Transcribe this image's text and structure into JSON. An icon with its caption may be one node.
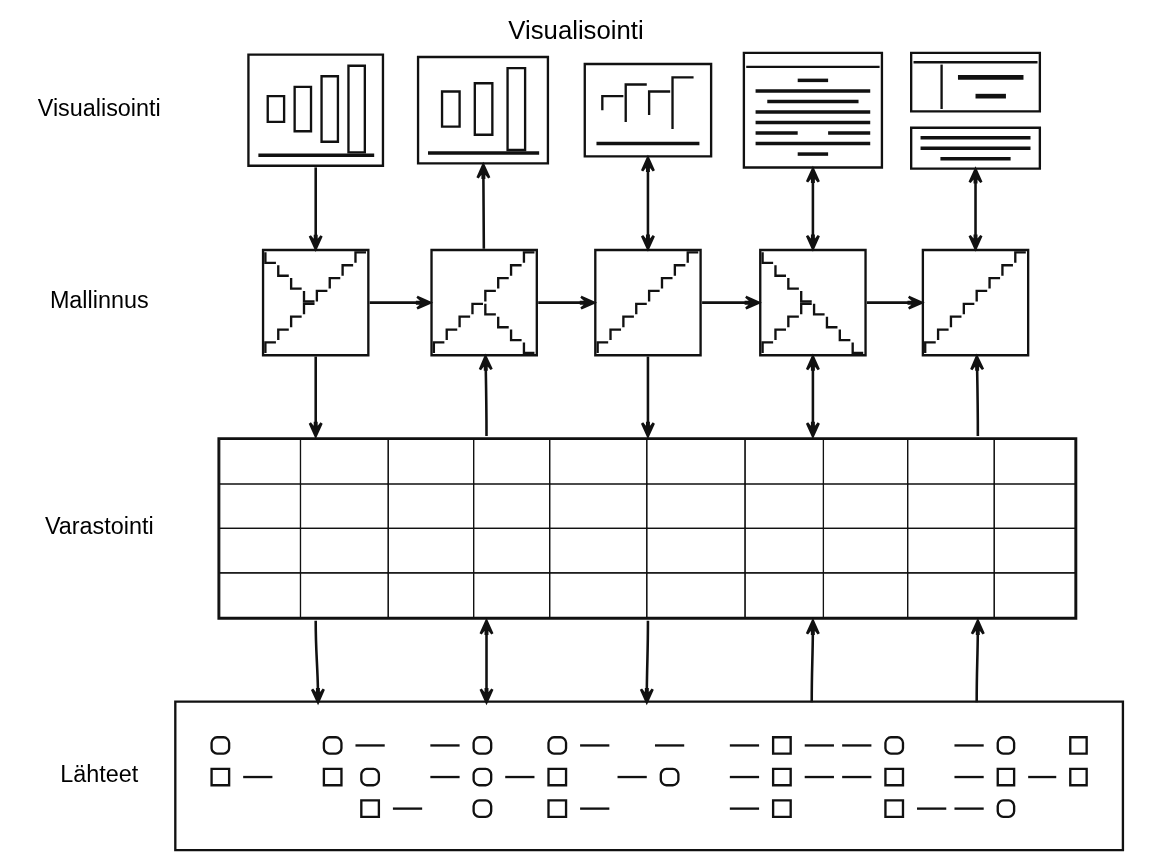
{
  "diagram": {
    "title": "Visualisointi",
    "nodes": [
      {
        "text": [],
        "shape": "picture"
      },
      {
        "text": [],
        "shape": "picture"
      },
      {
        "text": [],
        "shape": "picture"
      },
      {
        "text": [],
        "shape": "picture"
      },
      {
        "text": [],
        "shape": "picture"
      },
      {
        "text": [],
        "shape": "picture"
      },
      {
        "text": [],
        "shape": "picture"
      },
      {
        "text": [],
        "shape": "picture"
      },
      {
        "text": [],
        "shape": "picture"
      },
      {
        "text": [],
        "shape": "picture"
      },
      {
        "text": [],
        "shape": "table"
      },
      {
        "text": [],
        "shape": "picture"
      }
    ],
    "edges": [
      {
        "from": 0,
        "to": 5,
        "arrow": "to"
      },
      {
        "from": 6,
        "to": 1,
        "arrow": "to"
      },
      {
        "from": 2,
        "to": 7,
        "arrow": "both"
      },
      {
        "from": 3,
        "to": 8,
        "arrow": "both"
      },
      {
        "from": 4,
        "to": 9,
        "arrow": "both"
      },
      {
        "from": 5,
        "to": 6,
        "arrow": "to"
      },
      {
        "from": 6,
        "to": 7,
        "arrow": "to"
      },
      {
        "from": 7,
        "to": 8,
        "arrow": "to"
      },
      {
        "from": 8,
        "to": 9,
        "arrow": "to"
      },
      {
        "from": 5,
        "to": 10,
        "arrow": "to"
      },
      {
        "from": 10,
        "to": 6,
        "arrow": "to"
      },
      {
        "from": 7,
        "to": 10,
        "arrow": "to"
      },
      {
        "from": 8,
        "to": 10,
        "arrow": "both"
      },
      {
        "from": 10,
        "to": 9,
        "arrow": "to"
      },
      {
        "from": 10,
        "to": 11,
        "arrow": "to"
      },
      {
        "from": 10,
        "to": 11,
        "arrow": "both"
      },
      {
        "from": 10,
        "to": 11,
        "arrow": "to"
      },
      {
        "from": 11,
        "to": 10,
        "arrow": "to"
      },
      {
        "from": 11,
        "to": 10,
        "arrow": "to"
      }
    ],
    "labels": [
      "Visualisointi",
      "Mallinnus",
      "Varastointi",
      "Lähteet"
    ]
  }
}
